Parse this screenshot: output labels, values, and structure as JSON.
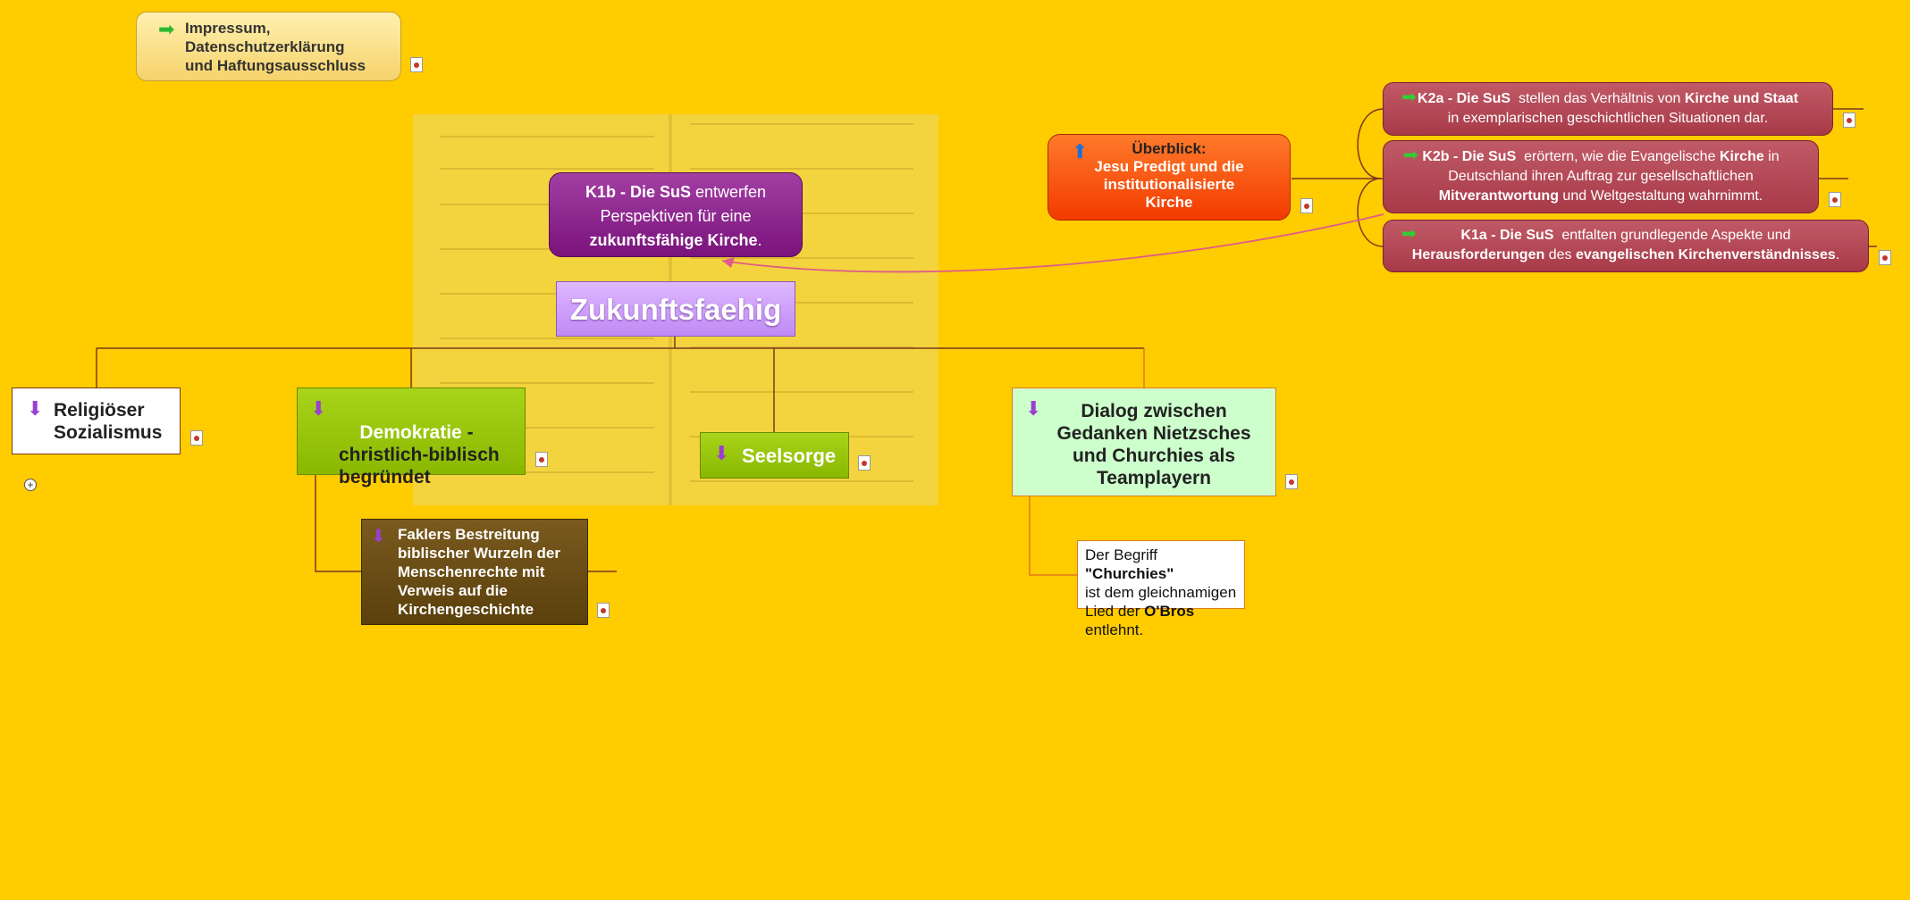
{
  "impressum": {
    "text": "Impressum,\nDatenschutzerklärung\nund Haftungsausschluss"
  },
  "center": {
    "label": "Zukunftsfaehig"
  },
  "k1b": {
    "code": "K1b - Die SuS",
    "text1": "entwerfen",
    "text2": "Perspektiven für eine",
    "text3": "zukunftsfähige Kirche",
    "text4": "."
  },
  "overview": {
    "label": "Überblick:",
    "text": "Jesu Predigt und die\ninstitutionalisierte\nKirche"
  },
  "k2a": {
    "code": "K2a - Die SuS",
    "text1": "stellen das Verhältnis von",
    "bold1": "Kirche und Staat",
    "text2": "in exemplarischen geschichtlichen Situationen dar."
  },
  "k2b": {
    "code": "K2b - Die SuS",
    "text1": "erörtern, wie die Evangelische",
    "bold1": "Kirche",
    "text2": "in",
    "text3": "Deutschland ihren Auftrag zur gesellschaftlichen",
    "bold2": "Mitverantwortung",
    "text4": "und Weltgestaltung wahrnimmt."
  },
  "k1a": {
    "code": "K1a - Die SuS",
    "text1": "entfalten grundlegende Aspekte und",
    "bold1": "Herausforderungen",
    "text2": "des",
    "bold2": "evangelischen Kirchenverständnisses",
    "text3": "."
  },
  "topics": {
    "religious": "Religiöser\nSozialismus",
    "democracy_bold": "Demokratie",
    "democracy_rest": " -\nchristlich-biblisch\nbegründet",
    "faklers": "Faklers Bestreitung\nbiblischer Wurzeln der\nMenschenrechte mit\nVerweis auf die\nKirchengeschichte",
    "seelsorge": "Seelsorge",
    "dialog": "Dialog zwischen\nGedanken Nietzsches\nund Churchies als\nTeamplayern"
  },
  "note": {
    "t1": "Der Begriff",
    "b1": "\"Churchies\"",
    "t2": "ist dem gleichnamigen",
    "t3": "Lied der",
    "b2": "O'Bros",
    "t4": "entlehnt."
  },
  "colors": {
    "background": "#FFCC00",
    "accent_red": "#B5414E",
    "overview": "#FF4A00",
    "k1b": "#8B1F8C",
    "center": "#CC99FF",
    "green": "#99CC00",
    "brown": "#6B4A10",
    "mint": "#CCFFCC"
  }
}
